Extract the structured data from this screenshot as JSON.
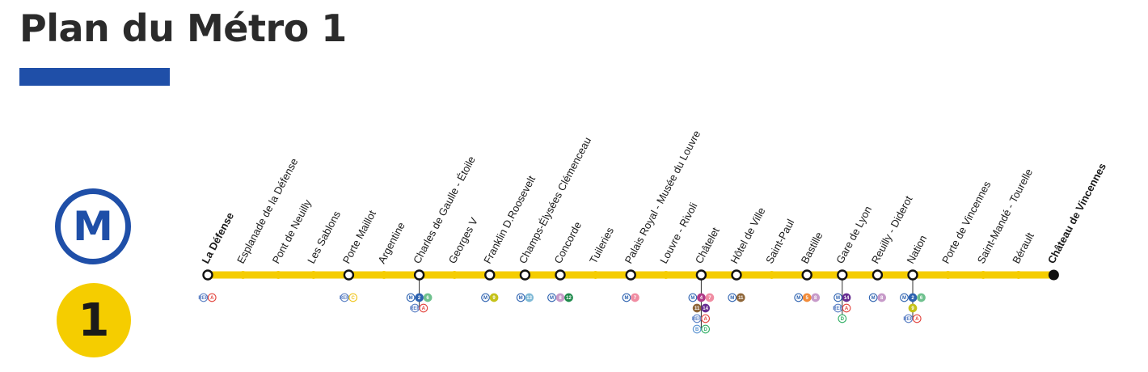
{
  "title": "Plan du Métro 1",
  "metro_logo_letter": "M",
  "line_number": "1",
  "colors": {
    "accent_blue": "#1f4fa8",
    "line_yellow": "#f5cd00",
    "rer_blue": "#5a7fc4",
    "rer_red": "#e2423b",
    "metro_blue": "#2d62b0"
  },
  "line": {
    "stations": [
      {
        "name": "La Défense",
        "terminus": true,
        "rows": [
          [
            "RER",
            "A"
          ]
        ]
      },
      {
        "name": "Esplanade de la Défense",
        "rows": []
      },
      {
        "name": "Pont de Neuilly",
        "rows": []
      },
      {
        "name": "Les Sablons",
        "rows": []
      },
      {
        "name": "Porte Maillot",
        "rows": [
          [
            "RER",
            "C"
          ]
        ]
      },
      {
        "name": "Argentine",
        "rows": []
      },
      {
        "name": "Charles de Gaulle - Étoile",
        "rows": [
          [
            "M",
            "2",
            "6"
          ],
          [
            "RER",
            "A"
          ]
        ]
      },
      {
        "name": "Georges V",
        "rows": []
      },
      {
        "name": "Franklin D.Roosevelt",
        "rows": [
          [
            "M",
            "9"
          ]
        ]
      },
      {
        "name": "Champs-Élysées Clémenceau",
        "rows": [
          [
            "M",
            "13"
          ]
        ]
      },
      {
        "name": "Concorde",
        "rows": [
          [
            "M",
            "8",
            "12"
          ]
        ]
      },
      {
        "name": "Tuileries",
        "rows": []
      },
      {
        "name": "Palais Royal - Musée du Louvre",
        "rows": [
          [
            "M",
            "7"
          ]
        ]
      },
      {
        "name": "Louvre - Rivoli",
        "rows": []
      },
      {
        "name": "Châtelet",
        "rows": [
          [
            "M",
            "4",
            "7"
          ],
          [
            "11",
            "14"
          ],
          [
            "RER",
            "A"
          ],
          [
            "B",
            "D"
          ]
        ]
      },
      {
        "name": "Hôtel de Ville",
        "rows": [
          [
            "M",
            "11"
          ]
        ]
      },
      {
        "name": "Saint-Paul",
        "rows": []
      },
      {
        "name": "Bastille",
        "rows": [
          [
            "M",
            "5",
            "8"
          ]
        ]
      },
      {
        "name": "Gare de Lyon",
        "rows": [
          [
            "M",
            "14"
          ],
          [
            "RER",
            "A"
          ],
          [
            "D"
          ]
        ]
      },
      {
        "name": "Reuilly - Diderot",
        "rows": [
          [
            "M",
            "8"
          ]
        ]
      },
      {
        "name": "Nation",
        "rows": [
          [
            "M",
            "2",
            "6"
          ],
          [
            "9"
          ],
          [
            "RER",
            "A"
          ]
        ]
      },
      {
        "name": "Porte de Vincennes",
        "rows": []
      },
      {
        "name": "Saint-Mandé - Tourelle",
        "rows": []
      },
      {
        "name": "Bérault",
        "rows": []
      },
      {
        "name": "Château de Vincennes",
        "terminus": true,
        "rows": []
      }
    ]
  }
}
